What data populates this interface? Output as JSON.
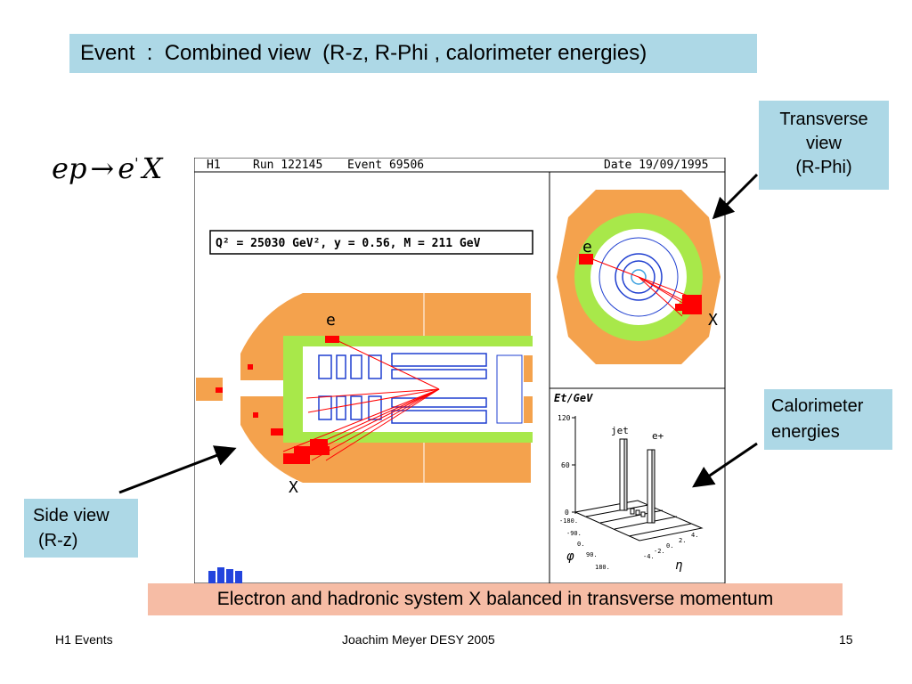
{
  "slide": {
    "title": "Event  :  Combined view  (R-z, R-Phi , calorimeter energies)",
    "formula": {
      "lhs": "ep",
      "arrow": "→",
      "rhs_particle": "e",
      "prime": "'",
      "rhs_system": "X"
    },
    "callouts": {
      "transverse": [
        "Transverse",
        "view",
        "(R-Phi)"
      ],
      "calorimeter": [
        "Calorimeter",
        "energies"
      ],
      "side": [
        "Side view",
        "(R-z)"
      ]
    },
    "summary": "Electron and hadronic system X balanced in transverse momentum"
  },
  "display": {
    "header": {
      "experiment": "H1",
      "run": "Run 122145",
      "event": "Event 69506",
      "date": "Date 19/09/1995"
    },
    "kinematics": "Q² = 25030 GeV²,  y = 0.56,  M = 211 GeV",
    "side_labels": {
      "electron": "e",
      "hadron": "X"
    },
    "transverse_labels": {
      "electron": "e",
      "hadron": "X"
    },
    "lego": {
      "ylabel": "Et/GeV",
      "yticks": [
        "120",
        "60",
        "0"
      ],
      "phi_label": "φ",
      "eta_label": "η",
      "phi_ticks": [
        "-180.",
        "-90.",
        "0.",
        "90.",
        "180."
      ],
      "eta_ticks": [
        "-4.",
        "-2.",
        "0.",
        "2.",
        "4."
      ],
      "jet_label": "jet",
      "electron_label": "e+"
    }
  },
  "footer": {
    "left": "H1 Events",
    "center": "Joachim Meyer  DESY  2005",
    "right": "15"
  },
  "colors": {
    "callout": "#add8e6",
    "summary": "#f6bca5",
    "calorimeter_orange": "#f4a24d",
    "calorimeter_green": "#a8e84a",
    "track_red": "#ff0000",
    "tracker_blue": "#1f3fd0"
  }
}
